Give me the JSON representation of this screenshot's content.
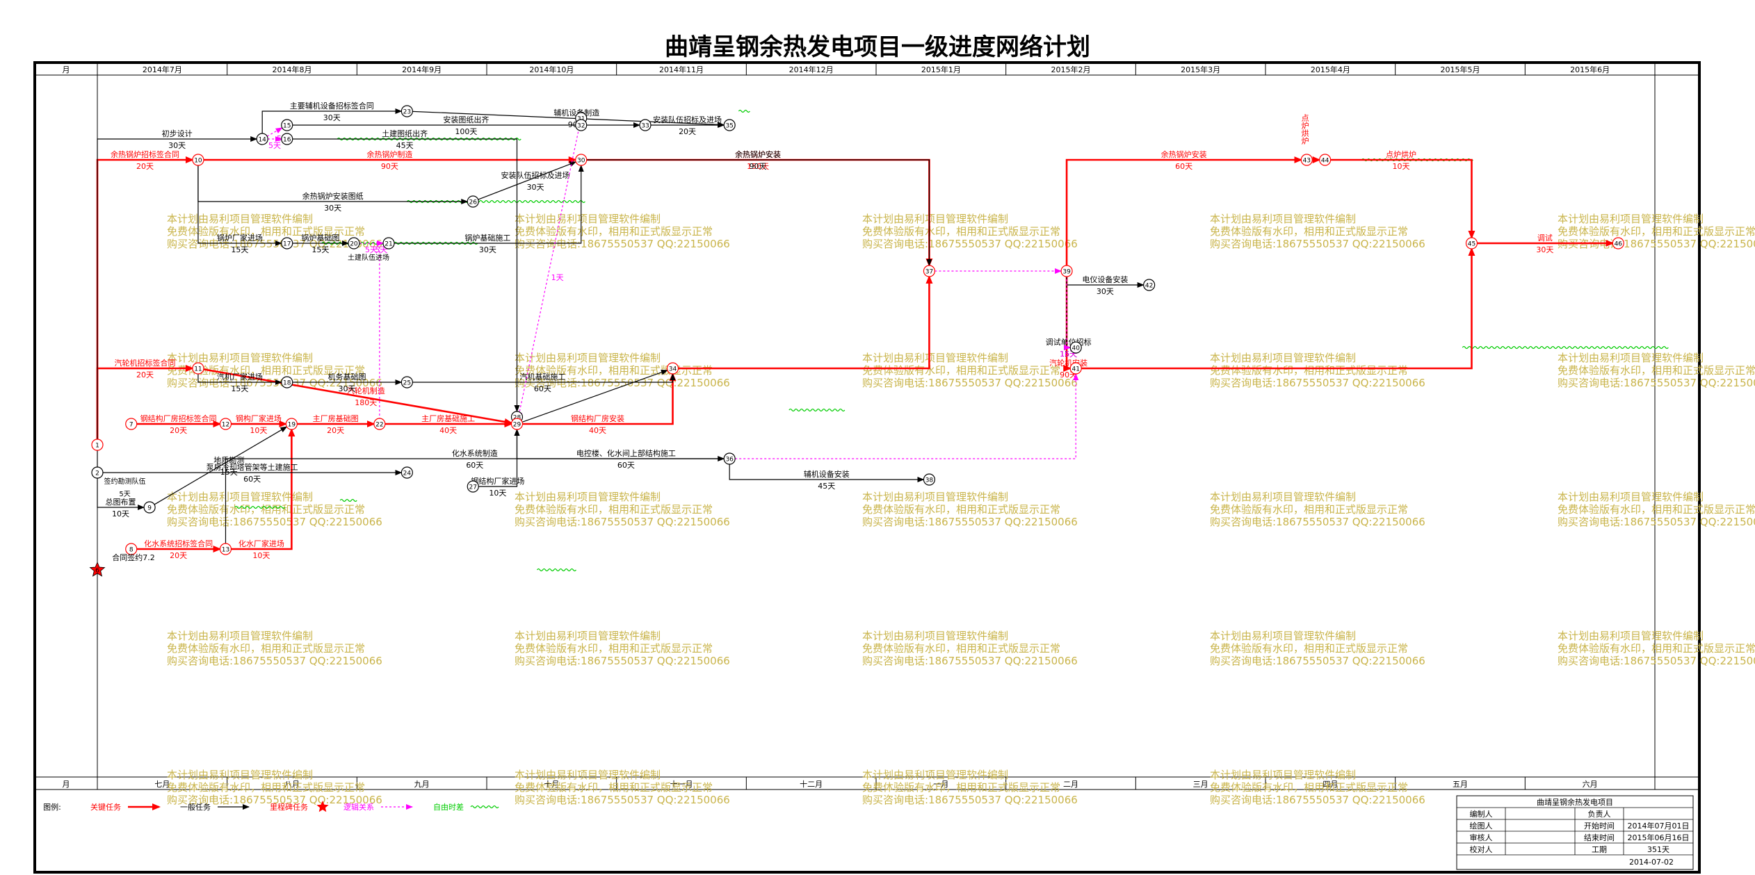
{
  "title": "曲靖呈钢余热发电项目一级进度网络计划",
  "timescale": {
    "corner_top": "月",
    "corner_bottom": "月",
    "months_top": [
      "2014年7月",
      "2014年8月",
      "2014年9月",
      "2014年10月",
      "2014年11月",
      "2014年12月",
      "2015年1月",
      "2015年2月",
      "2015年3月",
      "2015年4月",
      "2015年5月",
      "2015年6月"
    ],
    "months_bottom": [
      "七月",
      "八月",
      "九月",
      "十月",
      "十一月",
      "十二月",
      "一月",
      "二月",
      "三月",
      "四月",
      "五月",
      "六月"
    ]
  },
  "nodes": [
    {
      "id": "1",
      "day": 0,
      "lane": 24.5
    },
    {
      "id": "2",
      "day": 0,
      "lane": 26.5
    },
    {
      "id": "6",
      "day": 0,
      "lane": 33.5,
      "star": true
    },
    {
      "id": "7",
      "day": 37,
      "lane": 23
    },
    {
      "id": "8",
      "day": 37,
      "lane": 32
    },
    {
      "id": "9",
      "day": 57,
      "lane": 29
    },
    {
      "id": "10",
      "day": 110,
      "lane": 4
    },
    {
      "id": "11",
      "day": 110,
      "lane": 19
    },
    {
      "id": "12",
      "day": 140,
      "lane": 23
    },
    {
      "id": "13",
      "day": 140,
      "lane": 32
    },
    {
      "id": "14",
      "day": 180,
      "lane": 2.5
    },
    {
      "id": "15",
      "day": 207,
      "lane": 1.5
    },
    {
      "id": "16",
      "day": 207,
      "lane": 2.5
    },
    {
      "id": "17",
      "day": 207,
      "lane": 10
    },
    {
      "id": "18",
      "day": 207,
      "lane": 20
    },
    {
      "id": "19",
      "day": 212,
      "lane": 23
    },
    {
      "id": "20",
      "day": 280,
      "lane": 10
    },
    {
      "id": "21",
      "day": 318,
      "lane": 10
    },
    {
      "id": "22",
      "day": 308,
      "lane": 23
    },
    {
      "id": "23",
      "day": 338,
      "lane": 0.5
    },
    {
      "id": "24",
      "day": 338,
      "lane": 26.5
    },
    {
      "id": "25",
      "day": 338,
      "lane": 20
    },
    {
      "id": "26",
      "day": 410,
      "lane": 7
    },
    {
      "id": "27",
      "day": 410,
      "lane": 27.5
    },
    {
      "id": "28",
      "day": 458,
      "lane": 22.5
    },
    {
      "id": "29",
      "day": 458,
      "lane": 23
    },
    {
      "id": "30",
      "day": 528,
      "lane": 4
    },
    {
      "id": "31",
      "day": 528,
      "lane": 1
    },
    {
      "id": "32",
      "day": 528,
      "lane": 1.5
    },
    {
      "id": "33",
      "day": 598,
      "lane": 1.5
    },
    {
      "id": "34",
      "day": 628,
      "lane": 19
    },
    {
      "id": "35",
      "day": 690,
      "lane": 1.5
    },
    {
      "id": "36",
      "day": 690,
      "lane": 25.5
    },
    {
      "id": "37",
      "day": 908,
      "lane": 12
    },
    {
      "id": "38",
      "day": 908,
      "lane": 27
    },
    {
      "id": "39",
      "day": 1058,
      "lane": 12
    },
    {
      "id": "40",
      "day": 1068,
      "lane": 17.5
    },
    {
      "id": "41",
      "day": 1068,
      "lane": 19
    },
    {
      "id": "42",
      "day": 1148,
      "lane": 13
    },
    {
      "id": "43",
      "day": 1320,
      "lane": 4
    },
    {
      "id": "44",
      "day": 1340,
      "lane": 4
    },
    {
      "id": "45",
      "day": 1500,
      "lane": 10
    },
    {
      "id": "46",
      "day": 1660,
      "lane": 10
    }
  ],
  "edges": [
    {
      "from": "1",
      "to": "10",
      "kind": "critical",
      "name": "余热锅炉招标签合同",
      "dur": "20天",
      "via": "vh"
    },
    {
      "from": "10",
      "to": "30",
      "kind": "critical",
      "name": "余热锅炉制造",
      "dur": "90天"
    },
    {
      "from": "30",
      "to": "37",
      "kind": "critical",
      "name": "余热锅炉安装",
      "dur": "150天",
      "via": "hv"
    },
    {
      "from": "1",
      "to": "11",
      "kind": "critical",
      "name": "汽轮机招标签合同",
      "dur": "20天",
      "via": "vh"
    },
    {
      "from": "11",
      "to": "29",
      "kind": "critical",
      "name": "汽轮机制造",
      "dur": "180天"
    },
    {
      "from": "29",
      "to": "34",
      "kind": "normal",
      "name": "",
      "dur": ""
    },
    {
      "from": "34",
      "to": "37",
      "kind": "critical",
      "name": "",
      "dur": "",
      "via": "hv"
    },
    {
      "from": "7",
      "to": "12",
      "kind": "critical",
      "name": "钢结构厂房招标签合同",
      "dur": "20天"
    },
    {
      "from": "12",
      "to": "19",
      "kind": "critical",
      "name": "钢构厂家进场",
      "dur": "10天"
    },
    {
      "from": "19",
      "to": "22",
      "kind": "critical",
      "name": "主厂房基础图",
      "dur": "20天"
    },
    {
      "from": "22",
      "to": "29",
      "kind": "critical",
      "name": "主厂房基础施工",
      "dur": "40天"
    },
    {
      "from": "29",
      "to": "34",
      "kind": "critical",
      "name": "钢结构厂房安装",
      "dur": "40天",
      "via": "hv2"
    },
    {
      "from": "8",
      "to": "13",
      "kind": "critical",
      "name": "化水系统招标签合同",
      "dur": "20天"
    },
    {
      "from": "13",
      "to": "19",
      "kind": "critical",
      "name": "化水厂家进场",
      "dur": "10天",
      "via": "hv"
    },
    {
      "from": "39",
      "to": "43",
      "kind": "critical",
      "name": "余热锅炉安装",
      "dur": "60天",
      "via": "vh"
    },
    {
      "from": "43",
      "to": "44",
      "kind": "critical",
      "name": "",
      "dur": ""
    },
    {
      "from": "44",
      "to": "45",
      "kind": "critical",
      "name": "点炉烘炉",
      "dur": "10天",
      "via": "hv"
    },
    {
      "from": "39",
      "to": "41",
      "kind": "critical",
      "name": "汽轮机安装",
      "dur": "90天",
      "via": "vh"
    },
    {
      "from": "41",
      "to": "45",
      "kind": "critical",
      "name": "",
      "dur": "",
      "via": "hv"
    },
    {
      "from": "45",
      "to": "46",
      "kind": "critical",
      "name": "调试",
      "dur": "30天"
    },
    {
      "from": "14",
      "to": "23",
      "kind": "normal",
      "name": "主要辅机设备招标签合同",
      "dur": "30天",
      "via": "vh"
    },
    {
      "from": "23",
      "to": "35",
      "kind": "normal",
      "name": "辅机设备制造",
      "dur": "90天"
    },
    {
      "from": "15",
      "to": "33",
      "kind": "normal",
      "name": "安装图纸出齐",
      "dur": "100天"
    },
    {
      "from": "33",
      "to": "35",
      "kind": "normal",
      "name": "安装队伍招标及进场",
      "dur": "20天"
    },
    {
      "from": "2",
      "to": "14",
      "kind": "normal",
      "name": "初步设计",
      "dur": "30天",
      "via": "vh"
    },
    {
      "from": "16",
      "to": "28",
      "kind": "normal",
      "name": "土建图纸出齐",
      "dur": "45天",
      "via": "hv"
    },
    {
      "from": "10",
      "to": "26",
      "kind": "normal",
      "name": "余热锅炉安装图纸",
      "dur": "30天",
      "via": "vh"
    },
    {
      "from": "26",
      "to": "30",
      "kind": "normal",
      "name": "安装队伍招标及进场",
      "dur": "30天"
    },
    {
      "from": "10",
      "to": "17",
      "kind": "normal",
      "name": "锅炉厂家进场",
      "dur": "15天",
      "via": "vh"
    },
    {
      "from": "17",
      "to": "20",
      "kind": "normal",
      "name": "锅炉基础图",
      "dur": "15天"
    },
    {
      "from": "21",
      "to": "30",
      "kind": "normal",
      "name": "锅炉基础施工",
      "dur": "30天",
      "via": "hv"
    },
    {
      "from": "11",
      "to": "18",
      "kind": "normal",
      "name": "汽机厂家进场",
      "dur": "15天",
      "via": "vh"
    },
    {
      "from": "18",
      "to": "25",
      "kind": "normal",
      "name": "机务基础图",
      "dur": "30天"
    },
    {
      "from": "25",
      "to": "34",
      "kind": "normal",
      "name": "汽机基础施工",
      "dur": "60天",
      "via": "hv"
    },
    {
      "from": "2",
      "to": "24",
      "kind": "normal",
      "name": "泵房冷却塔管架等土建施工",
      "dur": "60天"
    },
    {
      "from": "13",
      "to": "36",
      "kind": "normal",
      "name": "化水系统制造",
      "dur": "60天",
      "via": "vh"
    },
    {
      "from": "36",
      "to": "38",
      "kind": "normal",
      "name": "辅机设备安装",
      "dur": "45天",
      "via": "vh"
    },
    {
      "from": "36",
      "to": "29",
      "kind": "normal",
      "name": "电控楼、化水间上部结构施工",
      "dur": "60天",
      "via": "hv"
    },
    {
      "from": "39",
      "to": "42",
      "kind": "normal",
      "name": "电仪设备安装",
      "dur": "30天",
      "via": "vh"
    },
    {
      "from": "39",
      "to": "40",
      "kind": "normal",
      "name": "调试单位招标",
      "dur": "15天",
      "via": "vh"
    },
    {
      "from": "2",
      "to": "9",
      "kind": "normal",
      "name": "总图布置",
      "dur": "10天",
      "via": "vh"
    },
    {
      "from": "9",
      "to": "19",
      "kind": "normal",
      "name": "地质勘测",
      "dur": "15天"
    },
    {
      "from": "30",
      "to": "37",
      "kind": "normal",
      "name": "余热锅炉安装",
      "dur": "90天",
      "via": "hv"
    },
    {
      "from": "27",
      "to": "29",
      "kind": "normal",
      "name": "钢结构厂家进场",
      "dur": "10天",
      "via": "hv"
    },
    {
      "from": "20",
      "to": "21",
      "kind": "dummy",
      "name": "",
      "dur": "5天"
    },
    {
      "from": "14",
      "to": "15",
      "kind": "dummy",
      "name": "",
      "dur": "5天"
    },
    {
      "from": "14",
      "to": "16",
      "kind": "dummy",
      "name": "",
      "dur": "5天"
    },
    {
      "from": "37",
      "to": "39",
      "kind": "dummy",
      "name": "",
      "dur": ""
    },
    {
      "from": "36",
      "to": "41",
      "kind": "dummy",
      "name": "",
      "dur": "",
      "via": "hv"
    },
    {
      "from": "22",
      "to": "21",
      "kind": "dummy",
      "name": "",
      "dur": "5天",
      "via": "vh"
    },
    {
      "from": "31",
      "to": "29",
      "kind": "dummy",
      "name": "",
      "dur": "1天"
    },
    {
      "from": "39",
      "to": "40",
      "kind": "dummy",
      "name": "",
      "dur": "16天",
      "via": "vh"
    }
  ],
  "free_floats": [
    {
      "from_day": 262,
      "to_day": 458,
      "lane": 2.5
    },
    {
      "from_day": 338,
      "to_day": 528,
      "lane": 7
    },
    {
      "from_day": 245,
      "to_day": 410,
      "lane": 10
    },
    {
      "from_day": 700,
      "to_day": 710,
      "lane": 0.5
    },
    {
      "from_day": 755,
      "to_day": 810,
      "lane": 22
    },
    {
      "from_day": 1490,
      "to_day": 1710,
      "lane": 17.5
    },
    {
      "from_day": 1380,
      "to_day": 1498,
      "lane": 4
    },
    {
      "from_day": 150,
      "to_day": 200,
      "lane": 29
    },
    {
      "from_day": 265,
      "to_day": 280,
      "lane": 28.5
    },
    {
      "from_day": 480,
      "to_day": 520,
      "lane": 33.5
    }
  ],
  "watermark": [
    "本计划由易利项目管理软件编制",
    "免费体验版有水印，相用和正式版显示正常",
    "购买咨询电话:18675550537 QQ:22150066"
  ],
  "legend": {
    "label": "图例:",
    "items": [
      {
        "name": "关键任务",
        "color": "#ff0000",
        "style": "critical"
      },
      {
        "name": "一般任务",
        "color": "#000000",
        "style": "normal"
      },
      {
        "name": "里程碑任务",
        "color": "#ff0000",
        "style": "milestone"
      },
      {
        "name": "逻辑关系",
        "color": "#ff00ff",
        "style": "dummy"
      },
      {
        "name": "自由时差",
        "color": "#00cc00",
        "style": "float"
      }
    ]
  },
  "annotations": {
    "contract_signed": "合同签约7.2",
    "mid_text": "土建队伍进场",
    "vertical_text": "点炉烘炉",
    "misc_1": "签约勘测队伍",
    "misc_2": "5天"
  },
  "title_block": {
    "project": "曲靖呈钢余热发电项目",
    "rows": [
      [
        "编制人",
        "",
        "负责人",
        ""
      ],
      [
        "绘图人",
        "",
        "开始时间",
        "2014年07月01日"
      ],
      [
        "审核人",
        "",
        "结束时间",
        "2015年06月16日"
      ],
      [
        "校对人",
        "",
        "工期",
        "351天"
      ]
    ],
    "date": "2014-07-02"
  }
}
